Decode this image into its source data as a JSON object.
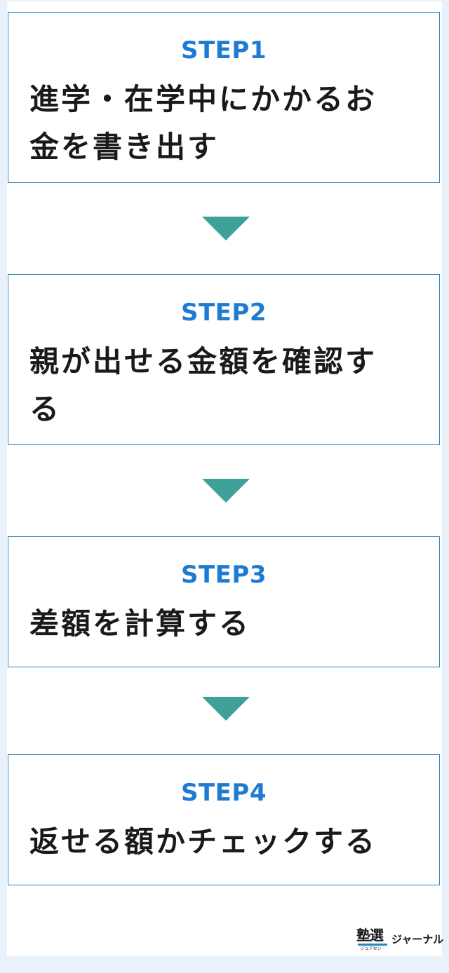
{
  "steps": [
    {
      "label": "STEP1",
      "text": "進学・在学中にかかるお\n金を書き出す"
    },
    {
      "label": "STEP2",
      "text": "親が出せる金額を確認す\nる"
    },
    {
      "label": "STEP3",
      "text": "差額を計算する"
    },
    {
      "label": "STEP4",
      "text": "返せる額かチェックする"
    }
  ],
  "logo": {
    "kanji": "塾選",
    "ruby": "ジュクセン",
    "kana": "ジャーナル"
  },
  "colors": {
    "background": "#e9f2fa",
    "step_border": "#2a85c2",
    "step_label": "#1f7bd1",
    "arrow": "#3fa09a",
    "text": "#1a1a1a"
  }
}
